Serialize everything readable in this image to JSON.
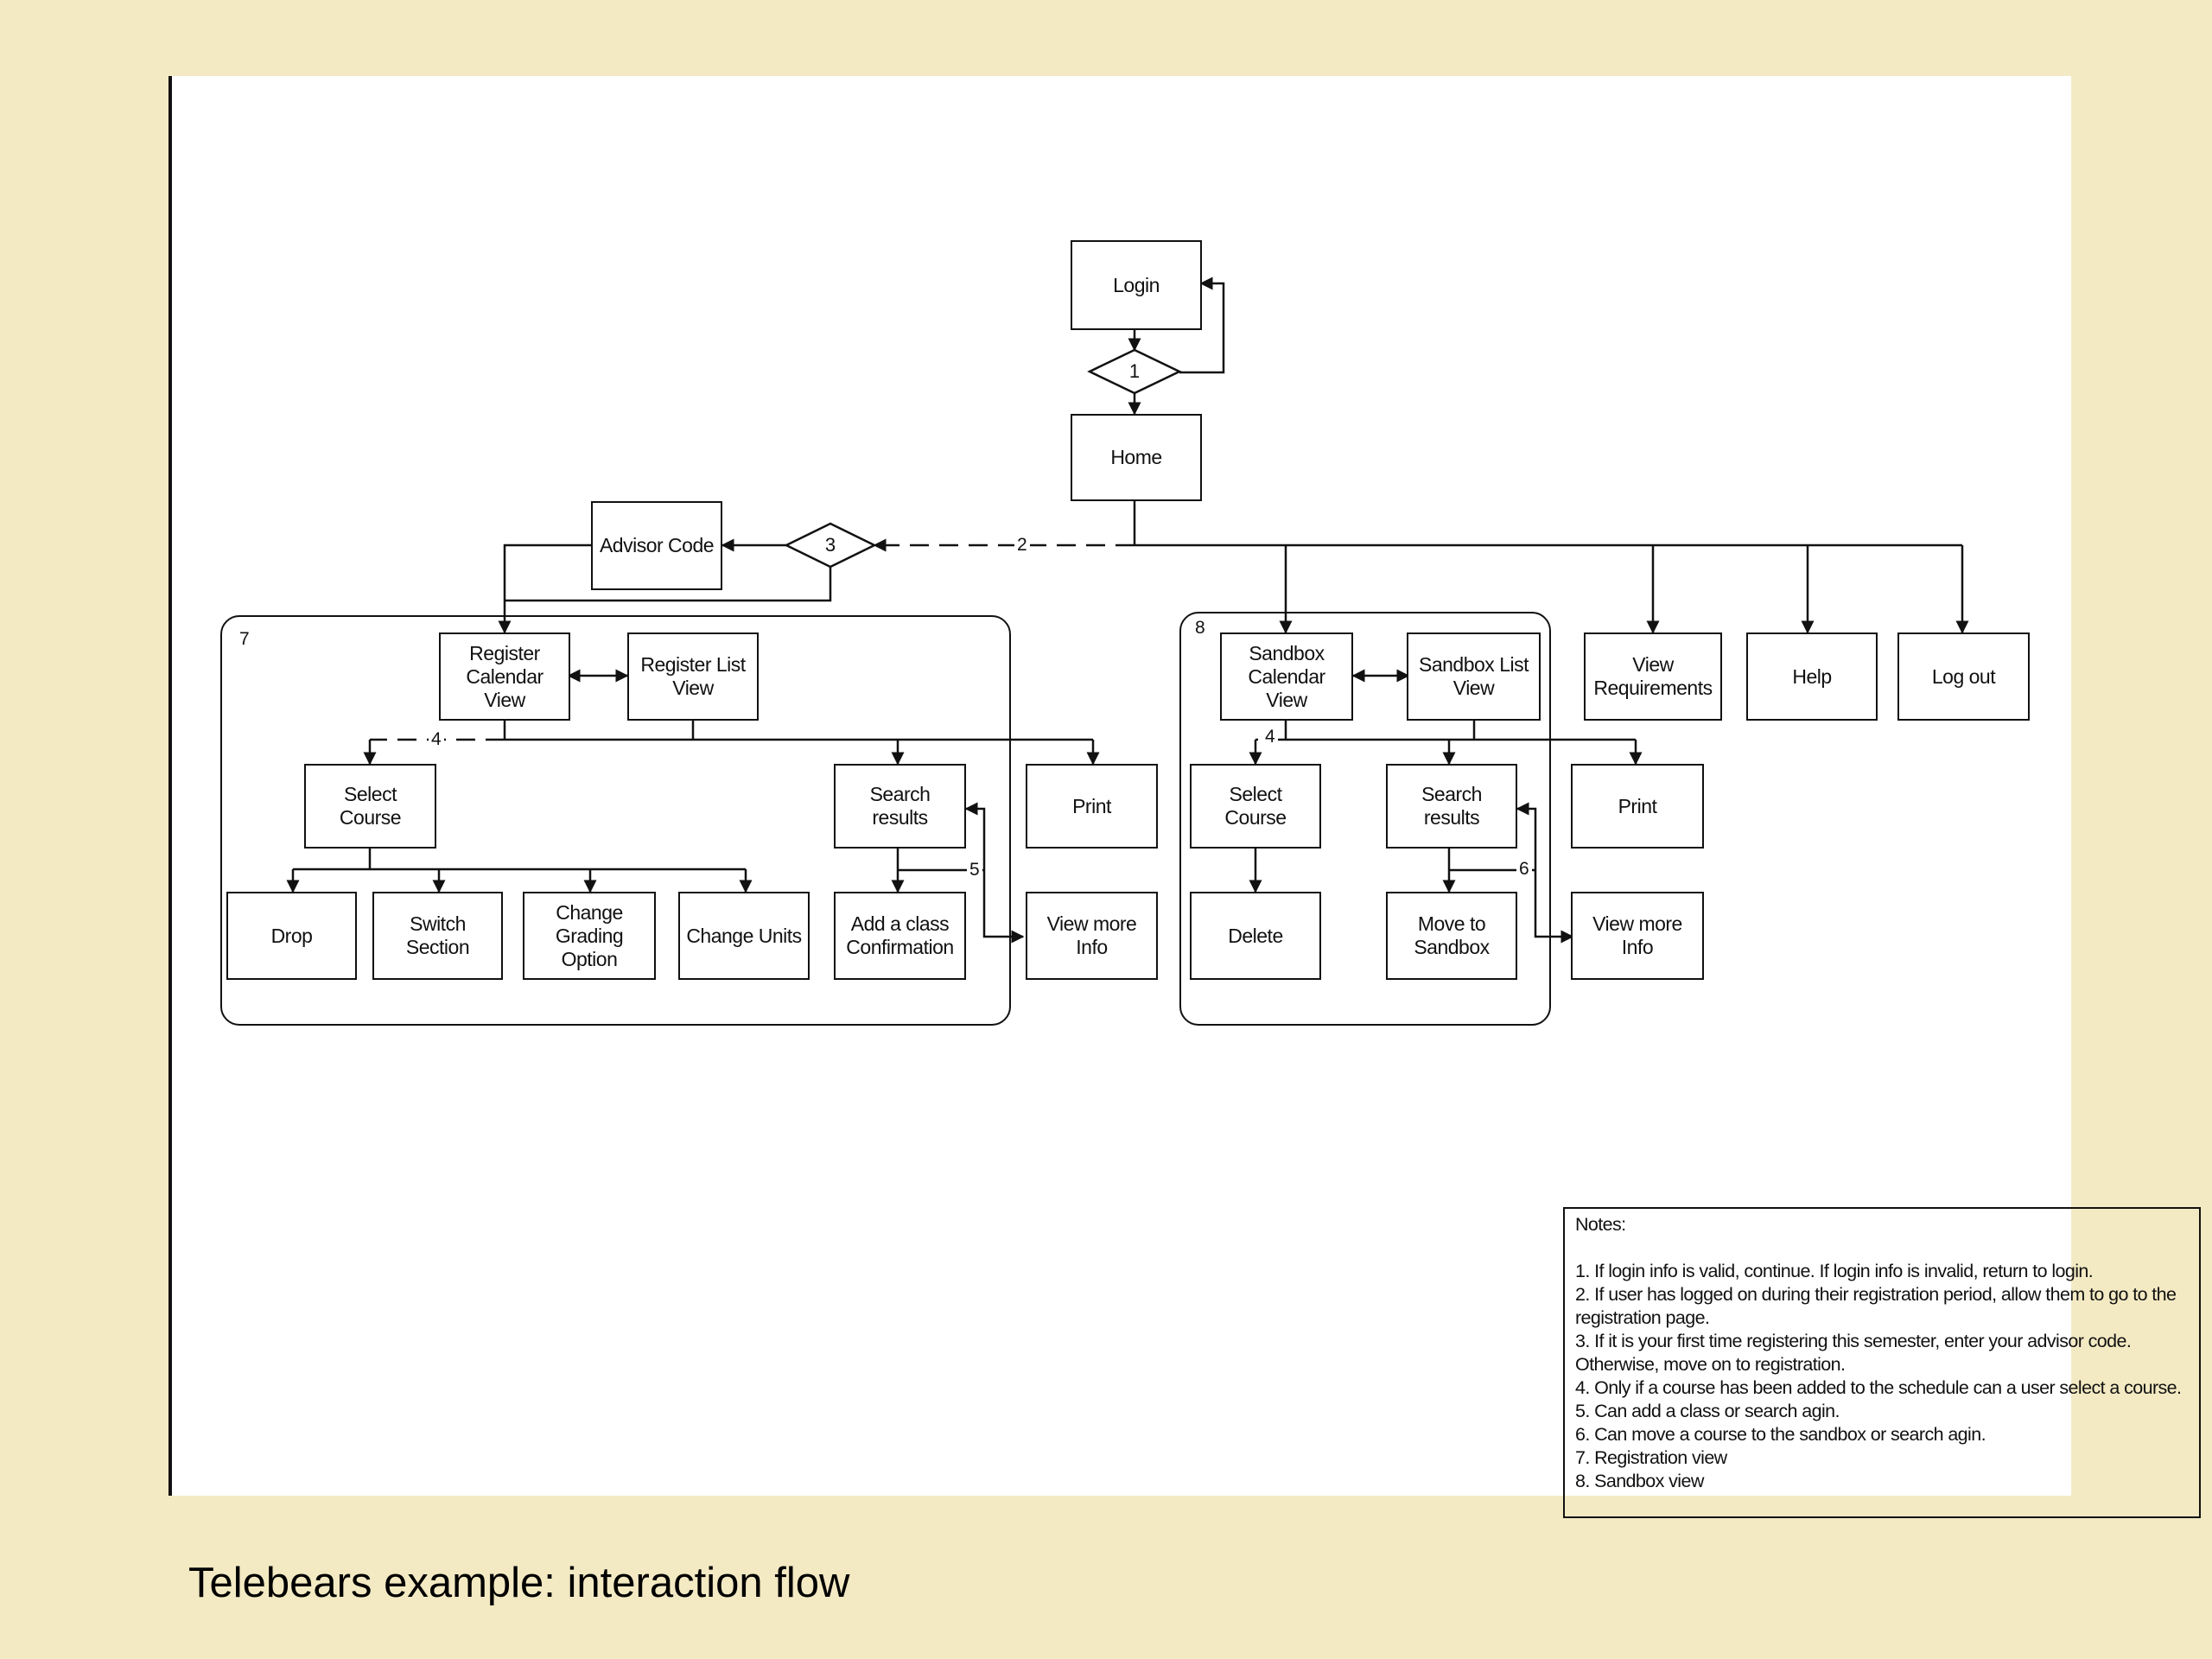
{
  "caption": "Telebears example: interaction flow",
  "diagram": {
    "nodes": {
      "login": "Login",
      "d1": "1",
      "home": "Home",
      "d3": "3",
      "advisor": "Advisor Code",
      "reg_cal": "Register\nCalendar\nView",
      "reg_list": "Register List\nView",
      "select1": "Select\nCourse",
      "search1": "Search\nresults",
      "print1": "Print",
      "drop": "Drop",
      "switch": "Switch\nSection",
      "grading": "Change\nGrading\nOption",
      "units": "Change Units",
      "addclass": "Add a class\nConfirmation",
      "moreinfo1": "View more\nInfo",
      "sb_cal": "Sandbox\nCalendar\nView",
      "sb_list": "Sandbox List\nView",
      "select2": "Select\nCourse",
      "search2": "Search\nresults",
      "print2": "Print",
      "delete": "Delete",
      "move": "Move to\nSandbox",
      "moreinfo2": "View more\nInfo",
      "viewreq": "View\nRequirements",
      "help": "Help",
      "logout": "Log out"
    },
    "group_labels": {
      "g7": "7",
      "g8": "8"
    },
    "edge_labels": {
      "e2": "2",
      "e4a": "4",
      "e4b": "4",
      "e5": "5",
      "e6": "6"
    }
  },
  "notes": {
    "heading": "Notes:",
    "items": [
      "1. If login info is valid, continue.  If login info is invalid, return to login.",
      "2. If user has logged on during their registration period, allow them to go to the registration page.",
      "3. If it is your first time registering this semester, enter your advisor code.  Otherwise, move on to registration.",
      "4. Only if a course has been added to the schedule can a user select a course.",
      "5. Can add a class or search agin.",
      "6. Can move a course to the sandbox or search agin.",
      "7. Registration view",
      "8. Sandbox view"
    ]
  }
}
